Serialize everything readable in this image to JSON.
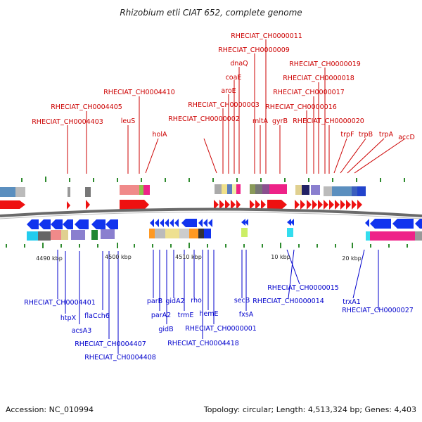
{
  "title": "Rhizobium etli CIAT 652, complete genome",
  "footer": {
    "accession": "Accession: NC_010994",
    "topology": "Topology: circular; Length: 4,513,324 bp; Genes: 4,403"
  },
  "scale_labels": [
    "4490 kbp",
    "4500 kbp",
    "4510 kbp",
    "10 kbp",
    "20 kbp"
  ],
  "top_labels": [
    "RHECIAT_CH0000011",
    "RHECIAT_CH0000009",
    "dnaQ",
    "coaE",
    "aroE",
    "RHECIAT_CH0000003",
    "RHECIAT_CH0000002",
    "RHECIAT_CH0004410",
    "RHECIAT_CH0004405",
    "RHECIAT_CH0004403",
    "leuS",
    "holA",
    "mltA",
    "gyrB",
    "RHECIAT_CH0000019",
    "RHECIAT_CH0000018",
    "RHECIAT_CH0000017",
    "RHECIAT_CH0000016",
    "RHECIAT_CH0000020",
    "trpF",
    "trpB",
    "trpA",
    "accD"
  ],
  "bottom_labels": [
    "RHECIAT_CH0004401",
    "htpX",
    "acsA3",
    "flaCch6",
    "RHECIAT_CH0004407",
    "RHECIAT_CH0004408",
    "parB",
    "parA2",
    "gidA2",
    "gidB",
    "trmE",
    "rho",
    "hemE",
    "RHECIAT_CH0000001",
    "RHECIAT_CH0004418",
    "secB",
    "fxsA",
    "RHECIAT_CH0000015",
    "RHECIAT_CH0000014",
    "trxA1",
    "RHECIAT_CH0000027"
  ],
  "colors": {
    "forward_strand": "#cc0000",
    "reverse_strand": "#0000cc",
    "backbone": "#666666",
    "tick": "#2e8b2e"
  }
}
